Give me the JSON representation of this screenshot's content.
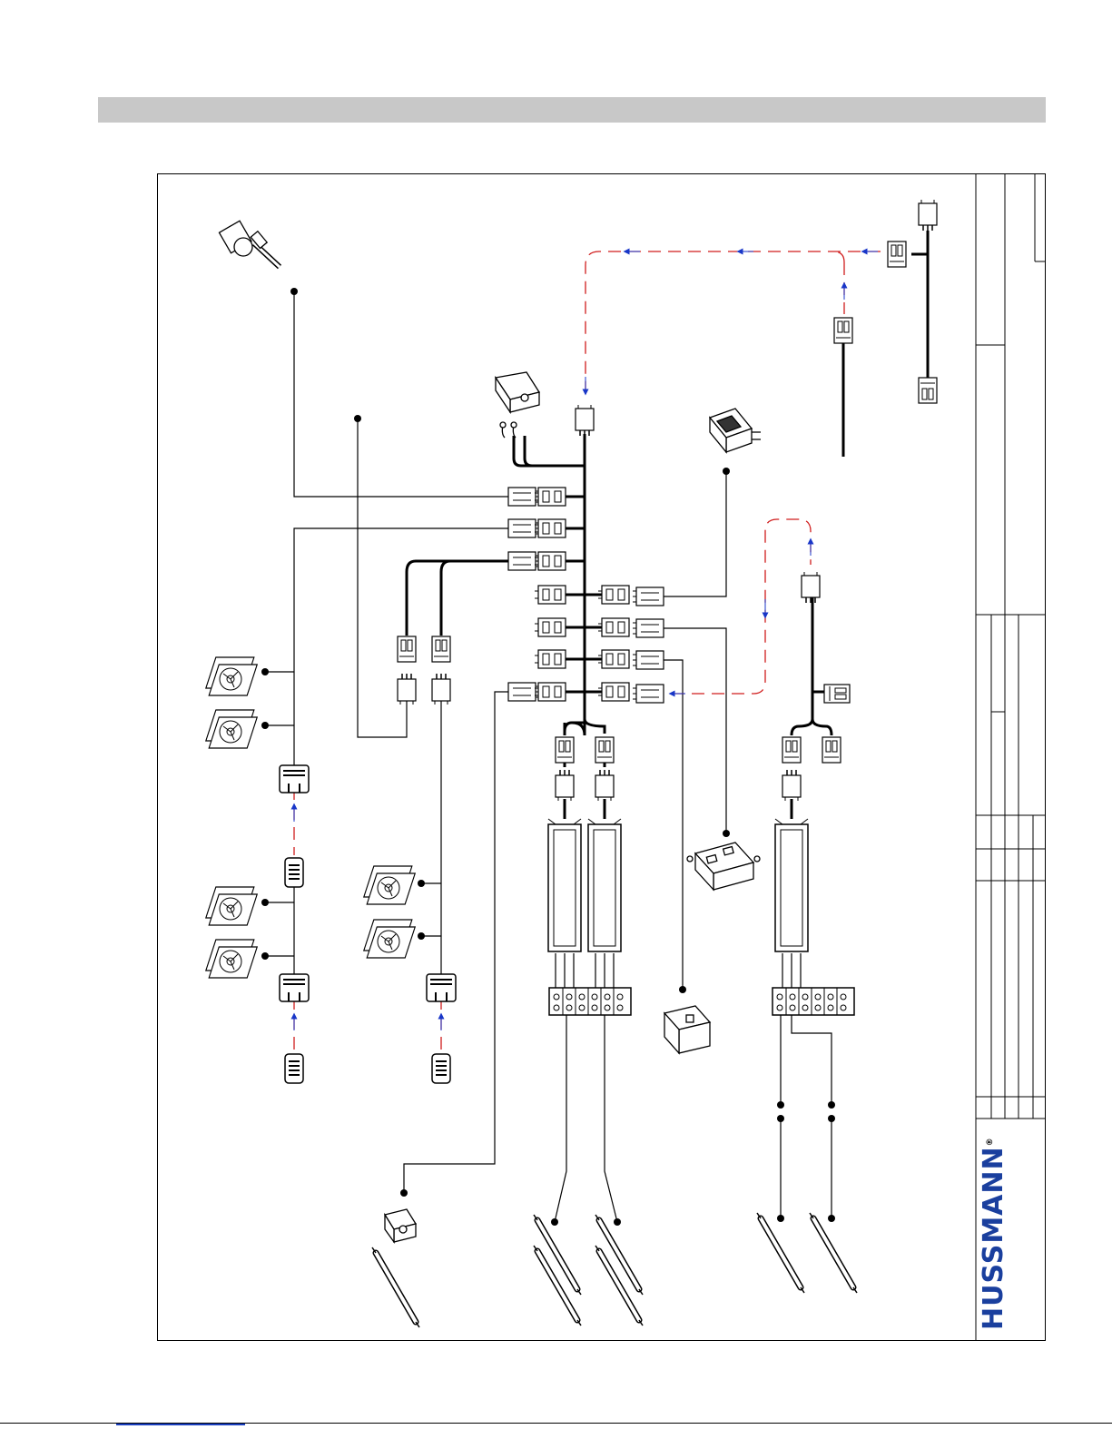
{
  "brand": {
    "logo_text": "HUSSMANN",
    "color": "#1a3f9e",
    "registered": "®"
  },
  "colors": {
    "wire": "#000000",
    "dashed_link": "#d01c1c",
    "arrow": "#1836c8",
    "header_bar": "#c8c8c8"
  },
  "components": [
    "solenoid-valve",
    "terminal-switch",
    "main-harness-connector",
    "rocker-switch",
    "remote-harness-connector",
    "evaporator-fans",
    "condenser-fans",
    "ballasts",
    "terminal-blocks",
    "gfci-receptacle",
    "lamp-socket",
    "fluorescent-lamps"
  ]
}
